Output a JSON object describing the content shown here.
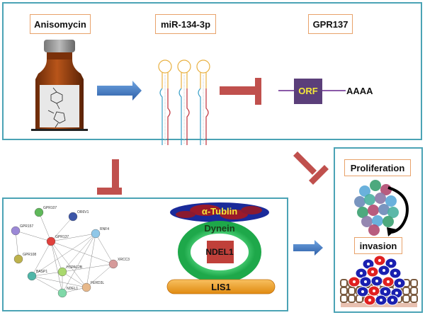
{
  "top_panel": {
    "drug_label": "Anisomycin",
    "mirna_label": "miR-134-3p",
    "gene_label": "GPR137",
    "orf_label": "ORF",
    "polya_label": "AAAA"
  },
  "network_panel": {
    "nodes": [
      {
        "id": "GPR107",
        "label": "GPR107",
        "color": "#5fb85a"
      },
      {
        "id": "OR6V1",
        "label": "OR6V1",
        "color": "#3d56a8"
      },
      {
        "id": "GPR157",
        "label": "GPR157",
        "color": "#9b88d6"
      },
      {
        "id": "GPR137",
        "label": "GPR137",
        "color": "#e0403c"
      },
      {
        "id": "RNF4",
        "label": "RNF4",
        "color": "#8fc7e8"
      },
      {
        "id": "GPR108",
        "label": "GPR108",
        "color": "#bdb24c"
      },
      {
        "id": "XRCC3",
        "label": "XRCC3",
        "color": "#d69a9a"
      },
      {
        "id": "BASP1",
        "label": "BASP1",
        "color": "#4fb6a8"
      },
      {
        "id": "HSPA12B",
        "label": "HSPA12B",
        "color": "#a9d86e"
      },
      {
        "id": "NDEL1",
        "label": "NDEL1",
        "color": "#7fd8a8"
      },
      {
        "id": "FERD3L",
        "label": "FERD3L",
        "color": "#e7b88a"
      }
    ],
    "edges": [
      [
        "GPR107",
        "GPR137"
      ],
      [
        "OR6V1",
        "GPR137"
      ],
      [
        "GPR157",
        "GPR137"
      ],
      [
        "GPR157",
        "GPR108"
      ],
      [
        "GPR137",
        "RNF4"
      ],
      [
        "GPR137",
        "XRCC3"
      ],
      [
        "GPR137",
        "BASP1"
      ],
      [
        "GPR137",
        "HSPA12B"
      ],
      [
        "GPR137",
        "NDEL1"
      ],
      [
        "GPR137",
        "FERD3L"
      ],
      [
        "RNF4",
        "XRCC3"
      ],
      [
        "RNF4",
        "BASP1"
      ],
      [
        "RNF4",
        "HSPA12B"
      ],
      [
        "RNF4",
        "NDEL1"
      ],
      [
        "RNF4",
        "FERD3L"
      ],
      [
        "XRCC3",
        "HSPA12B"
      ],
      [
        "XRCC3",
        "FERD3L"
      ],
      [
        "BASP1",
        "HSPA12B"
      ],
      [
        "BASP1",
        "NDEL1"
      ],
      [
        "BASP1",
        "FERD3L"
      ],
      [
        "HSPA12B",
        "NDEL1"
      ],
      [
        "HSPA12B",
        "FERD3L"
      ],
      [
        "NDEL1",
        "FERD3L"
      ]
    ]
  },
  "complex_panel": {
    "tubulin_label": "α-Tublin",
    "dynein_label": "Dynein",
    "ndel1_label": "NDEL1",
    "lis1_label": "LIS1"
  },
  "phenotype_panel": {
    "proliferation_label": "Proliferation",
    "invasion_label": "invasion"
  },
  "colors": {
    "panel_border": "#4ba3b5",
    "label_border": "#e8a26a",
    "activation_arrow": "#4a7fc8",
    "inhibition": "#c0504d",
    "orf_box": "#5b3f7a",
    "orf_text": "#f5e93a",
    "dynein": "#2ec45a",
    "ndel1_box": "#c0403a",
    "lis1": "#f0a030",
    "tubulin_text": "#f5e93a"
  }
}
